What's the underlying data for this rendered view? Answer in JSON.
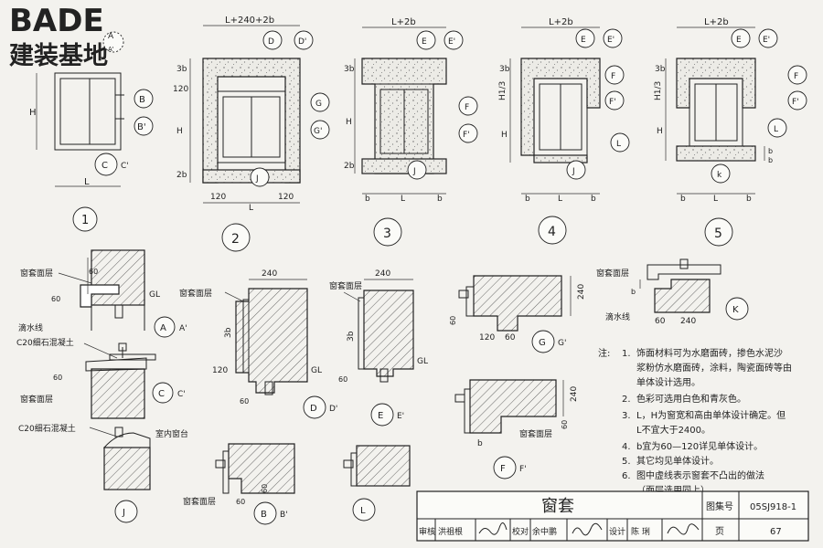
{
  "logo": {
    "brand": "BADE",
    "subtitle": "建装基地"
  },
  "elevations": [
    {
      "num": "1",
      "dim_top": "",
      "left_dim": "H",
      "bottom_dim": "L",
      "bubbles": [
        {
          "label": "A",
          "sub": "A'"
        },
        {
          "label": "B",
          "sub": ""
        },
        {
          "label": "B'",
          "sub": ""
        },
        {
          "label": "C",
          "sub": "C'"
        }
      ]
    },
    {
      "num": "2",
      "dim_top": "L+240+2b",
      "left_dims": [
        "3b",
        "120",
        "H",
        "2b"
      ],
      "bottom_dims": [
        "120",
        "L",
        "120"
      ],
      "bubbles": [
        {
          "label": "D",
          "sub": ""
        },
        {
          "label": "D'",
          "sub": ""
        },
        {
          "label": "G",
          "sub": ""
        },
        {
          "label": "G'",
          "sub": ""
        },
        {
          "label": "J",
          "sub": ""
        }
      ]
    },
    {
      "num": "3",
      "dim_top": "L+2b",
      "left_dims": [
        "3b",
        "H",
        "2b"
      ],
      "bottom_dims": [
        "b",
        "L",
        "b"
      ],
      "bubbles": [
        {
          "label": "E",
          "sub": ""
        },
        {
          "label": "E'",
          "sub": ""
        },
        {
          "label": "F",
          "sub": ""
        },
        {
          "label": "F'",
          "sub": ""
        },
        {
          "label": "J",
          "sub": ""
        }
      ]
    },
    {
      "num": "4",
      "dim_top": "L+2b",
      "left_dims": [
        "3b",
        "H1/3",
        "H"
      ],
      "bottom_dims": [
        "b",
        "L",
        "b"
      ],
      "bubbles": [
        {
          "label": "E",
          "sub": ""
        },
        {
          "label": "E'",
          "sub": ""
        },
        {
          "label": "F",
          "sub": ""
        },
        {
          "label": "F'",
          "sub": ""
        },
        {
          "label": "L",
          "sub": ""
        },
        {
          "label": "J",
          "sub": ""
        }
      ]
    },
    {
      "num": "5",
      "dim_top": "L+2b",
      "left_dims": [
        "3b",
        "H1/3",
        "H"
      ],
      "right_dims": [
        "b",
        "b"
      ],
      "bottom_dims": [
        "b",
        "L",
        "b"
      ],
      "bubbles": [
        {
          "label": "E",
          "sub": ""
        },
        {
          "label": "E'",
          "sub": ""
        },
        {
          "label": "F",
          "sub": ""
        },
        {
          "label": "F'",
          "sub": ""
        },
        {
          "label": "L",
          "sub": ""
        },
        {
          "label": "k",
          "sub": ""
        }
      ]
    }
  ],
  "sections": {
    "AA": {
      "label": "A",
      "sub": "A'",
      "dims": [
        "60",
        "60"
      ],
      "gl": "GL",
      "notes": [
        "窗套面层",
        "滴水线"
      ]
    },
    "CC": {
      "label": "C",
      "sub": "C'",
      "dims": [
        "60"
      ],
      "notes": [
        "C20细石混凝土",
        "窗套面层"
      ]
    },
    "J": {
      "label": "J",
      "notes": [
        "C20细石混凝土",
        "室内窗台"
      ]
    },
    "DD": {
      "label": "D",
      "sub": "D'",
      "dims": [
        "240",
        "3b",
        "120",
        "60"
      ],
      "gl": "GL",
      "notes": [
        "窗套面层"
      ]
    },
    "EE": {
      "label": "E",
      "sub": "E'",
      "dims": [
        "240",
        "3b",
        "60"
      ],
      "gl": "GL",
      "notes": [
        "窗套面层"
      ]
    },
    "GG": {
      "label": "G",
      "sub": "G'",
      "dims": [
        "240",
        "60",
        "120",
        "60"
      ]
    },
    "FF": {
      "label": "F",
      "sub": "F'",
      "dims": [
        "240",
        "60",
        "b"
      ],
      "notes": [
        "窗套面层"
      ]
    },
    "K": {
      "label": "K",
      "dims": [
        "b",
        "60",
        "240"
      ],
      "notes": [
        "窗套面层",
        "滴水线"
      ]
    },
    "BB": {
      "label": "B",
      "sub": "B'",
      "dims": [
        "60",
        "60"
      ],
      "notes": [
        "窗套面层"
      ]
    },
    "L": {
      "label": "L"
    }
  },
  "notes": {
    "prefix": "注:",
    "items": [
      {
        "num": "1.",
        "lines": [
          "饰面材料可为水磨面砖，掺色水泥沙",
          "浆粉仿水磨面砖，涂料，陶瓷面砖等由",
          "单体设计选用。"
        ]
      },
      {
        "num": "2.",
        "lines": [
          "色彩可选用白色和青灰色。"
        ]
      },
      {
        "num": "3.",
        "lines": [
          "L，H为窗宽和高由单体设计确定。但",
          "L不宜大于2400。"
        ]
      },
      {
        "num": "4.",
        "lines": [
          "b宜为60—120详见单体设计。"
        ]
      },
      {
        "num": "5.",
        "lines": [
          "其它均见单体设计。"
        ]
      },
      {
        "num": "6.",
        "lines": [
          "图中虚线表示窗套不凸出的做法",
          "（面层选用同上）。"
        ]
      }
    ]
  },
  "title_block": {
    "title": "窗套",
    "atlas_label": "图集号",
    "atlas_no": "05SJ918-1",
    "page_label": "页",
    "page_no": "67",
    "review_label": "审核",
    "reviewer": "洪祖根",
    "check_label": "校对",
    "checker": "余中鹏",
    "design_label": "设计",
    "designer": "陈 琍"
  }
}
